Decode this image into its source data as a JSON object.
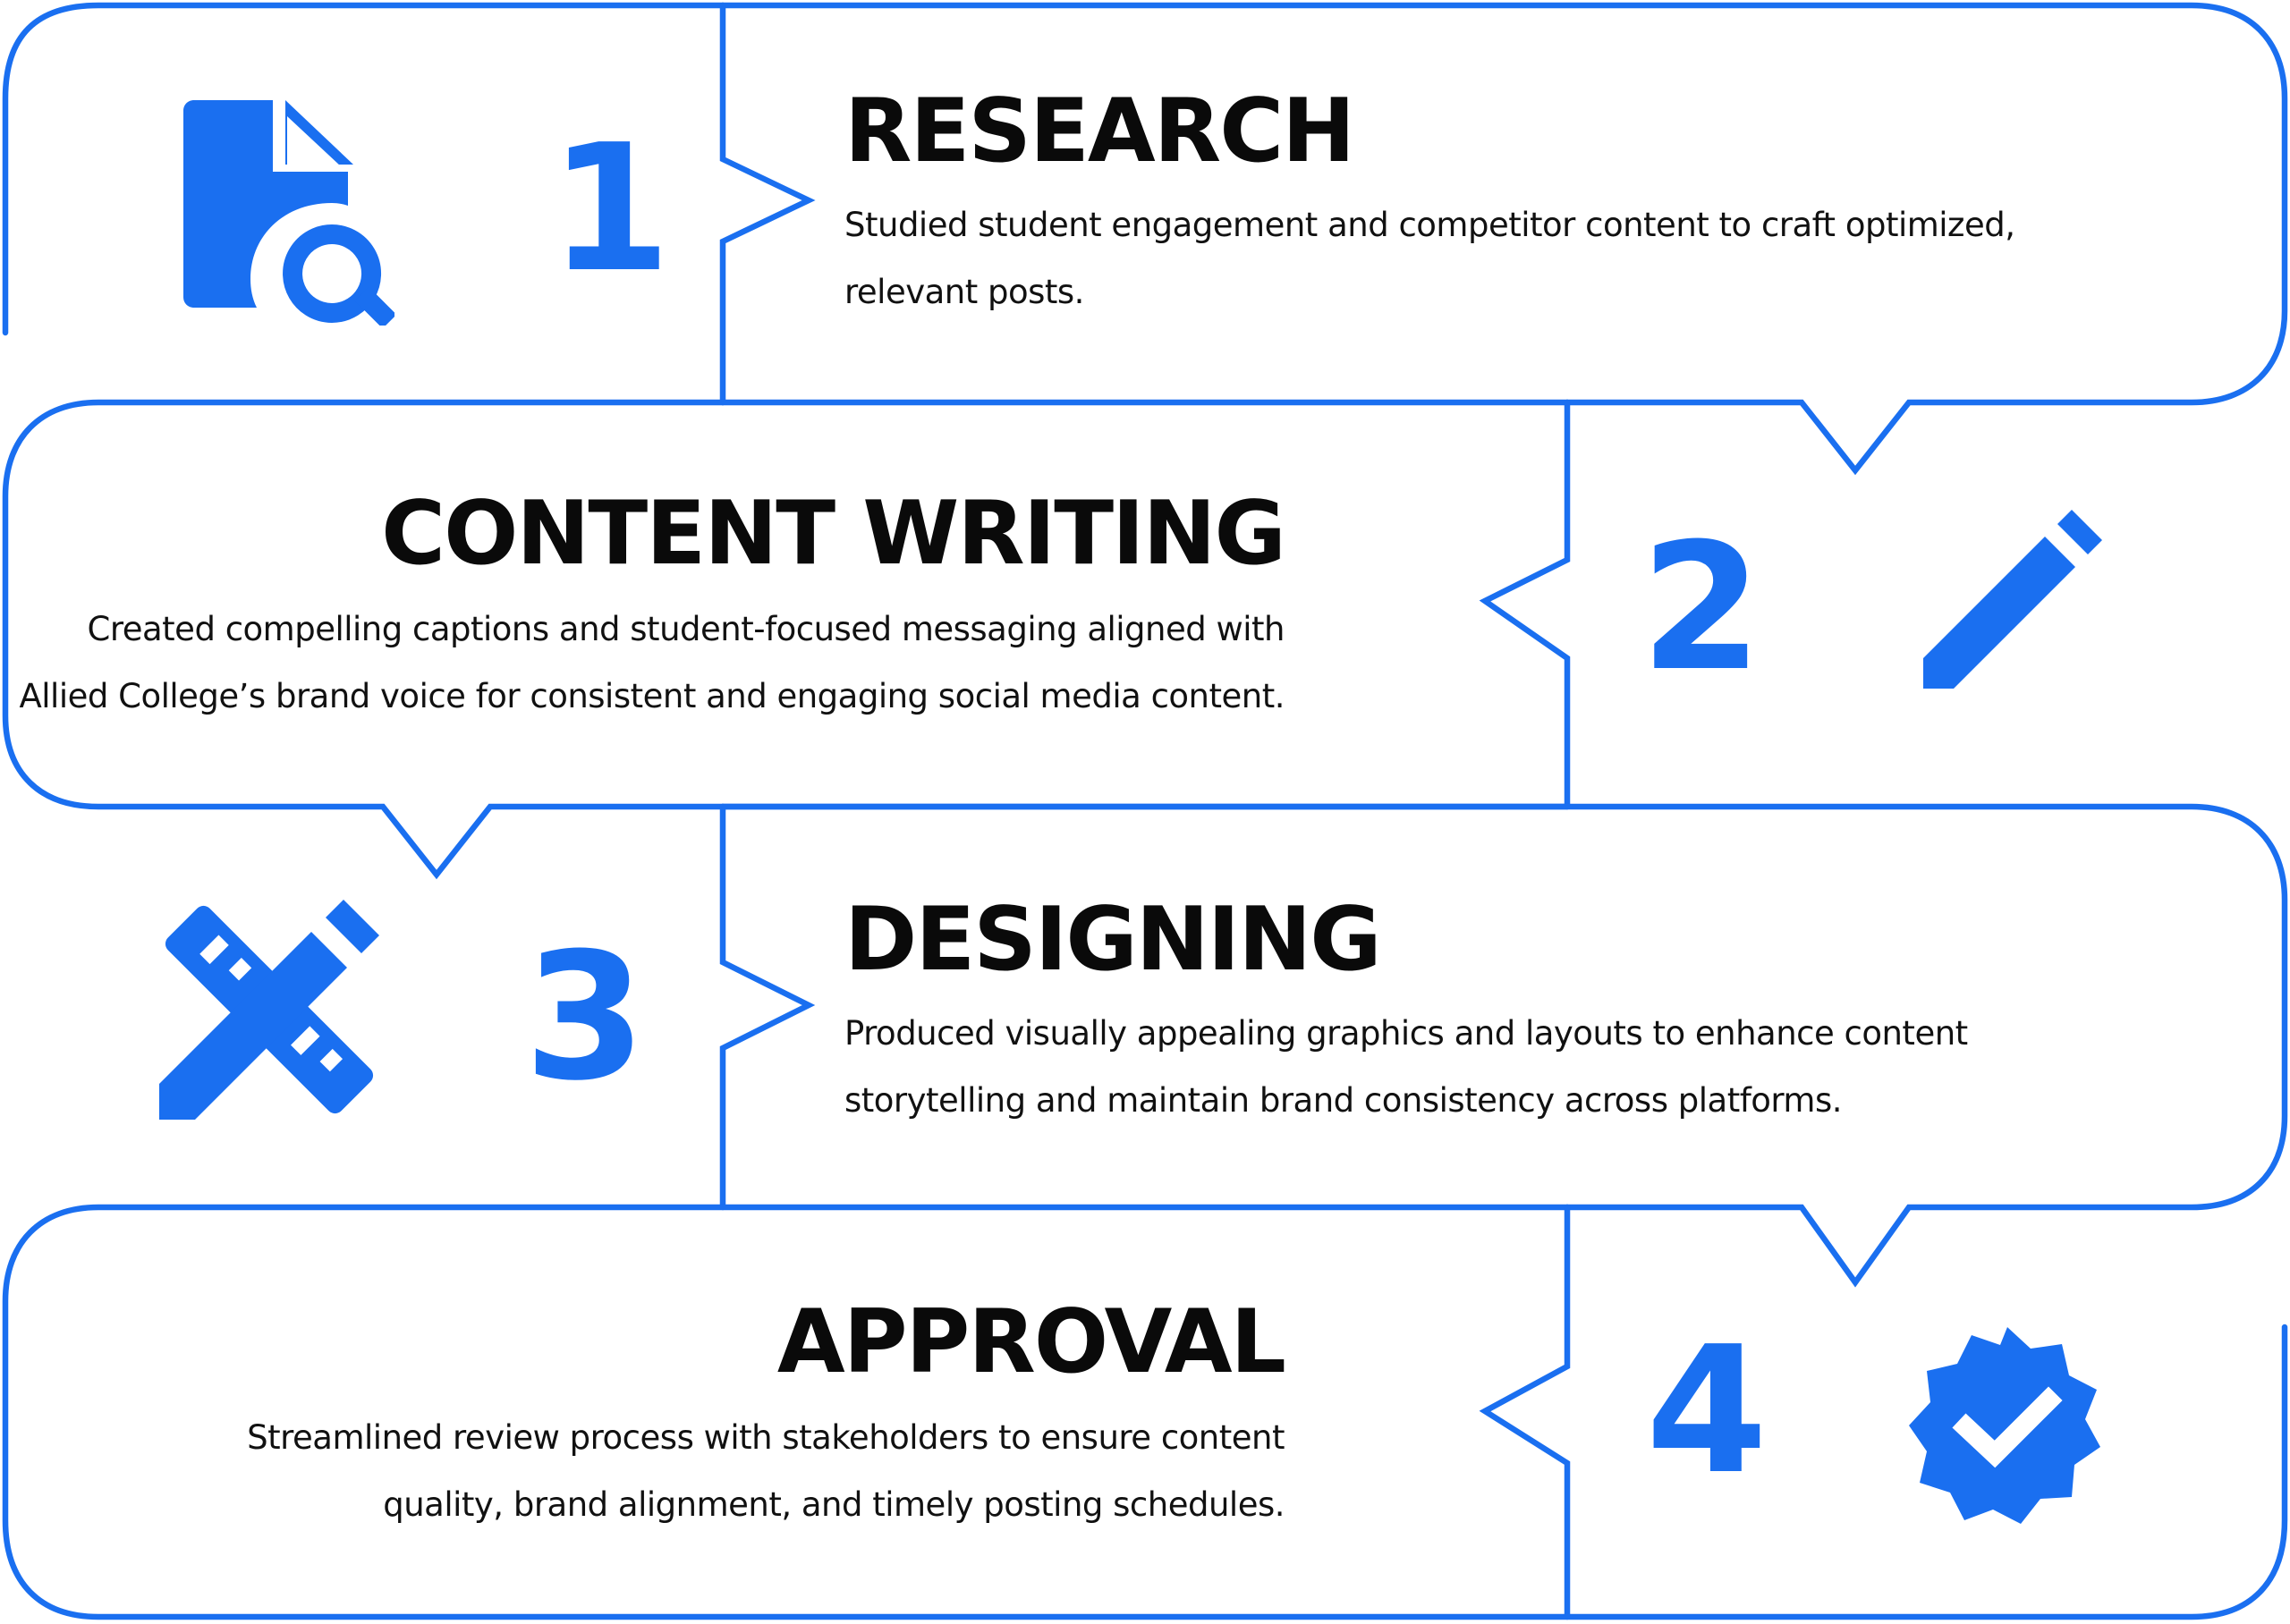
{
  "theme": {
    "accent": "#1a6ff0"
  },
  "steps": [
    {
      "number": "1",
      "title": "RESEARCH",
      "description_lines": [
        "Studied student engagement and competitor content to craft optimized,",
        "relevant posts."
      ],
      "icon": "document-search-icon"
    },
    {
      "number": "2",
      "title": "CONTENT WRITING",
      "description_lines": [
        "Created compelling captions and student-focused messaging aligned with",
        "Allied College’s brand voice for consistent and engaging social media content."
      ],
      "icon": "pencil-icon"
    },
    {
      "number": "3",
      "title": "DESIGNING",
      "description_lines": [
        "Produced visually appealing graphics and layouts to enhance content",
        "storytelling and maintain brand consistency across platforms."
      ],
      "icon": "ruler-pencil-icon"
    },
    {
      "number": "4",
      "title": "APPROVAL",
      "description_lines": [
        "Streamlined review process with stakeholders to ensure content",
        "quality, brand alignment, and timely posting schedules."
      ],
      "icon": "verified-badge-icon"
    }
  ]
}
